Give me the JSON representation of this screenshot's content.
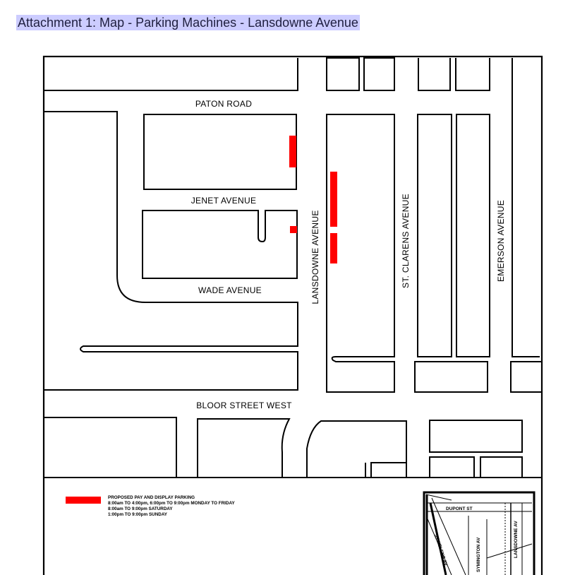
{
  "title": "Attachment 1:  Map - Parking Machines - Lansdowne Avenue",
  "streets": {
    "paton": "PATON ROAD",
    "jenet": "JENET AVENUE",
    "wade": "WADE AVENUE",
    "bloor": "BLOOR STREET WEST",
    "lansdowne": "LANSDOWNE AVENUE",
    "st_clarens": "ST. CLARENS AVENUE",
    "emerson": "EMERSON AVENUE"
  },
  "legend": {
    "swatch_color": "#ff0000",
    "line1": "PROPOSED PAY AND DISPLAY PARKING",
    "line2": "8:00am TO 4:00pm, 6:00pm TO 9:00pm MONDAY TO FRIDAY",
    "line3": "8:00am TO 9:00pm SATURDAY",
    "line4": "1:00pm TO 9:00pm SUNDAY"
  },
  "inset": {
    "dupont": "DUPONT ST",
    "symington": "SYMINGTON AV",
    "lansdowne": "LANSDOWNE AV",
    "st_helens": "ST HELENS AV"
  },
  "colors": {
    "parking": "#ff0000",
    "title_highlight": "#ccccff"
  }
}
